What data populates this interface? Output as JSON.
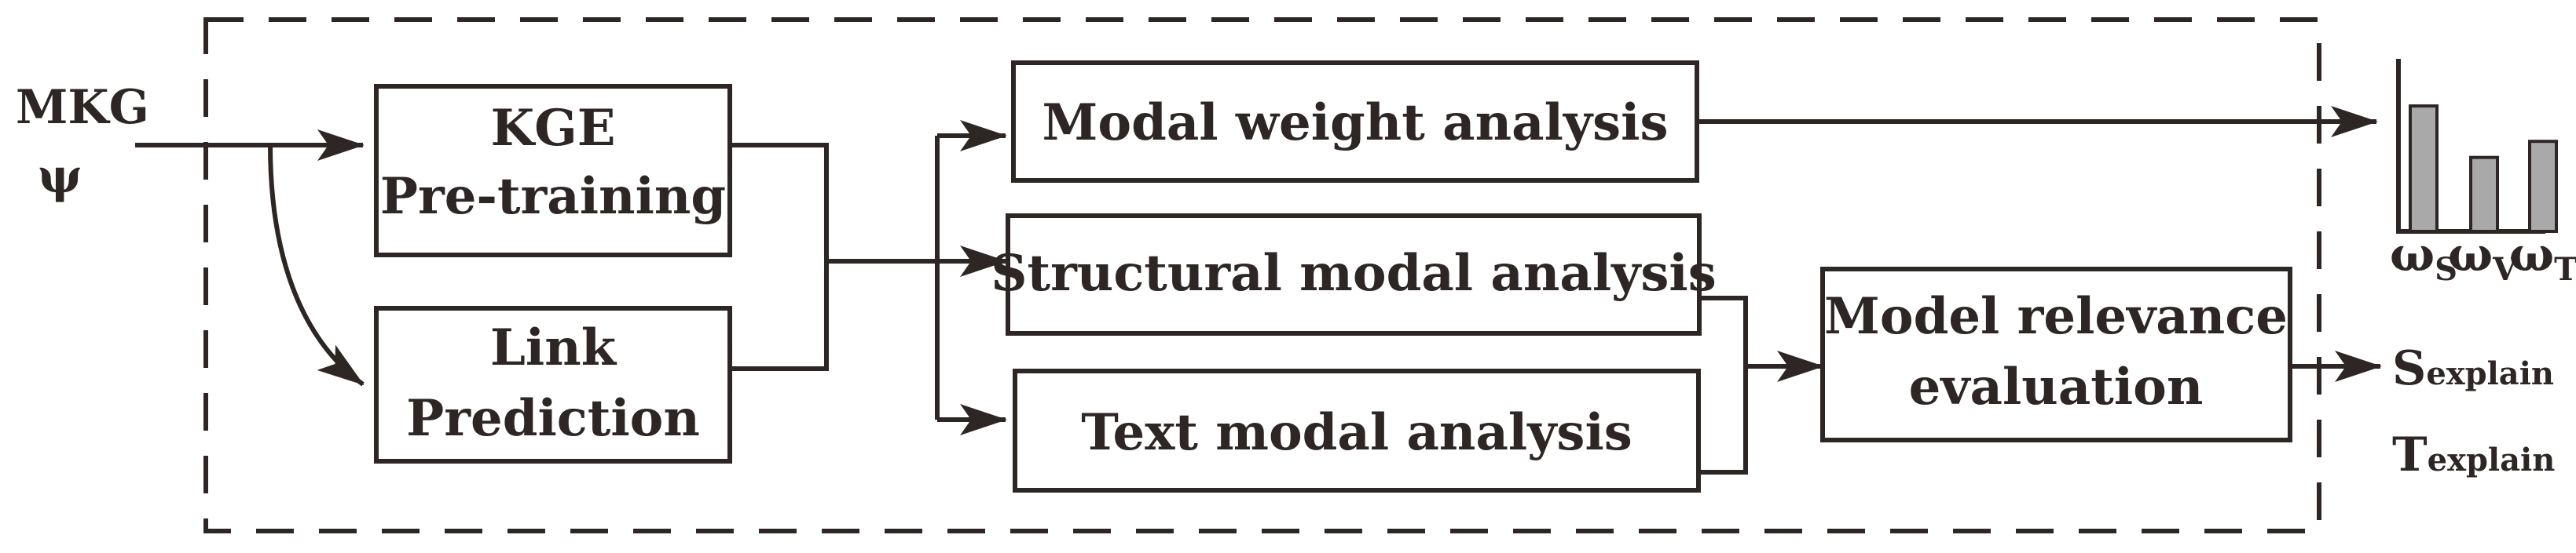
{
  "input": {
    "line1": "MKG",
    "line2": "ψ"
  },
  "boxes": {
    "kge_line1": "KGE",
    "kge_line2": "Pre-training",
    "link_line1": "Link",
    "link_line2": "Prediction",
    "modal_weight": "Modal weight analysis",
    "structural": "Structural modal analysis",
    "text_modal": "Text modal analysis",
    "relevance_line1": "Model relevance",
    "relevance_line2": "evaluation"
  },
  "outputs": {
    "bar_labels": [
      {
        "main": "ω",
        "sub": "S"
      },
      {
        "main": "ω",
        "sub": "V"
      },
      {
        "main": "ω",
        "sub": "T"
      }
    ],
    "bar_values": [
      0.78,
      0.46,
      0.56
    ],
    "explain": [
      {
        "main": "S",
        "sub": "explain"
      },
      {
        "main": "T",
        "sub": "explain"
      }
    ]
  },
  "colors": {
    "stroke": "#2e2624",
    "bar_fill": "#a9a9a9"
  }
}
